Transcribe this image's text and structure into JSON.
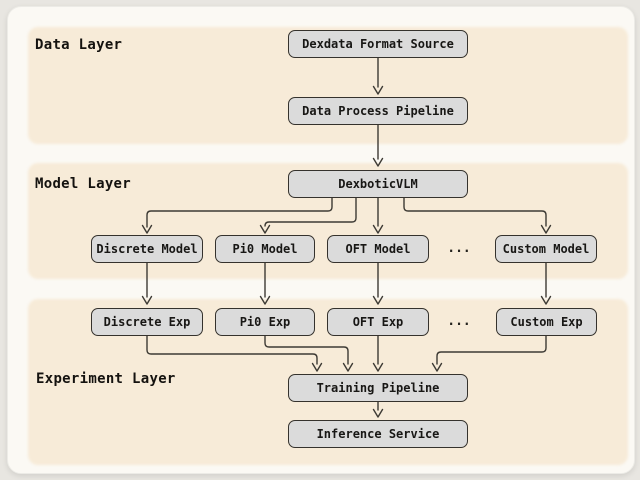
{
  "diagram": {
    "layers": [
      {
        "id": "data",
        "label": "Data Layer"
      },
      {
        "id": "model",
        "label": "Model Layer"
      },
      {
        "id": "experiment",
        "label": "Experiment Layer"
      }
    ],
    "nodes": [
      {
        "id": "dexdata",
        "label": "Dexdata Format Source",
        "layer": "data"
      },
      {
        "id": "process",
        "label": "Data Process Pipeline",
        "layer": "data"
      },
      {
        "id": "vlm",
        "label": "DexboticVLM",
        "layer": "model"
      },
      {
        "id": "discrete_model",
        "label": "Discrete Model",
        "layer": "model"
      },
      {
        "id": "pi0_model",
        "label": "Pi0 Model",
        "layer": "model"
      },
      {
        "id": "oft_model",
        "label": "OFT Model",
        "layer": "model"
      },
      {
        "id": "custom_model",
        "label": "Custom Model",
        "layer": "model"
      },
      {
        "id": "discrete_exp",
        "label": "Discrete Exp",
        "layer": "experiment"
      },
      {
        "id": "pi0_exp",
        "label": "Pi0 Exp",
        "layer": "experiment"
      },
      {
        "id": "oft_exp",
        "label": "OFT Exp",
        "layer": "experiment"
      },
      {
        "id": "custom_exp",
        "label": "Custom Exp",
        "layer": "experiment"
      },
      {
        "id": "training",
        "label": "Training Pipeline",
        "layer": "experiment"
      },
      {
        "id": "inference",
        "label": "Inference Service",
        "layer": "experiment"
      }
    ],
    "ellipsis": {
      "model_row": "...",
      "experiment_row": "..."
    },
    "edges": [
      {
        "from": "dexdata",
        "to": "process"
      },
      {
        "from": "process",
        "to": "vlm"
      },
      {
        "from": "vlm",
        "to": "discrete_model"
      },
      {
        "from": "vlm",
        "to": "pi0_model"
      },
      {
        "from": "vlm",
        "to": "oft_model"
      },
      {
        "from": "vlm",
        "to": "custom_model"
      },
      {
        "from": "discrete_model",
        "to": "discrete_exp"
      },
      {
        "from": "pi0_model",
        "to": "pi0_exp"
      },
      {
        "from": "oft_model",
        "to": "oft_exp"
      },
      {
        "from": "custom_model",
        "to": "custom_exp"
      },
      {
        "from": "discrete_exp",
        "to": "training"
      },
      {
        "from": "pi0_exp",
        "to": "training"
      },
      {
        "from": "oft_exp",
        "to": "training"
      },
      {
        "from": "custom_exp",
        "to": "training"
      },
      {
        "from": "training",
        "to": "inference"
      }
    ],
    "colors": {
      "band": "#f7ebd8",
      "node_fill": "#dbdbdb",
      "node_border": "#35322d",
      "arrow": "#3d3a34",
      "card_background": "#fbf9f4",
      "page_background": "#e8e6e1",
      "text": "#181715"
    }
  }
}
